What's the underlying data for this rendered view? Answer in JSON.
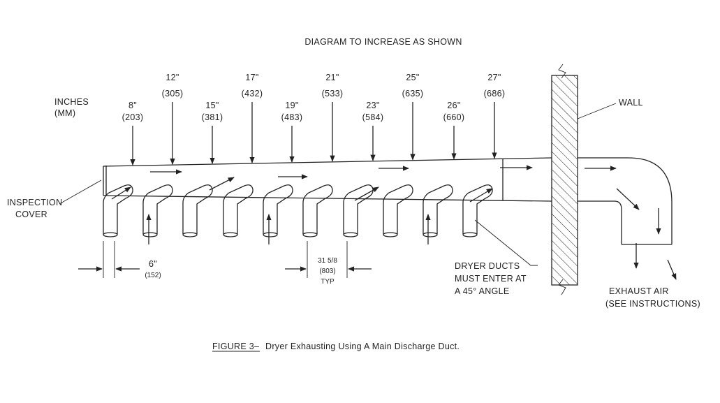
{
  "diagram": {
    "heading": "DIAGRAM TO INCREASE AS SHOWN",
    "units_label_1": "INCHES",
    "units_label_2": "(MM)",
    "diameters": [
      {
        "inches": "8\"",
        "mm": "(203)"
      },
      {
        "inches": "12\"",
        "mm": "(305)"
      },
      {
        "inches": "15\"",
        "mm": "(381)"
      },
      {
        "inches": "17\"",
        "mm": "(432)"
      },
      {
        "inches": "19\"",
        "mm": "(483)"
      },
      {
        "inches": "21\"",
        "mm": "(533)"
      },
      {
        "inches": "23\"",
        "mm": "(584)"
      },
      {
        "inches": "25\"",
        "mm": "(635)"
      },
      {
        "inches": "26\"",
        "mm": "(660)"
      },
      {
        "inches": "27\"",
        "mm": "(686)"
      }
    ],
    "wall_label": "WALL",
    "inspection_1": "INSPECTION",
    "inspection_2": "COVER",
    "gap_dimension": "6\"",
    "gap_dimension_mm": "(152)",
    "spacing_dimension": "31 5/8",
    "spacing_dimension_mm": "(803)",
    "spacing_note": "TYP",
    "dryer_note_1": "DRYER DUCTS",
    "dryer_note_2": "MUST ENTER AT",
    "dryer_note_3": "A 45° ANGLE",
    "exhaust_1": "EXHAUST AIR",
    "exhaust_2": "(SEE INSTRUCTIONS)",
    "caption_prefix": "FIGURE 3–",
    "caption_text": "Dryer Exhausting Using A Main Discharge Duct."
  }
}
